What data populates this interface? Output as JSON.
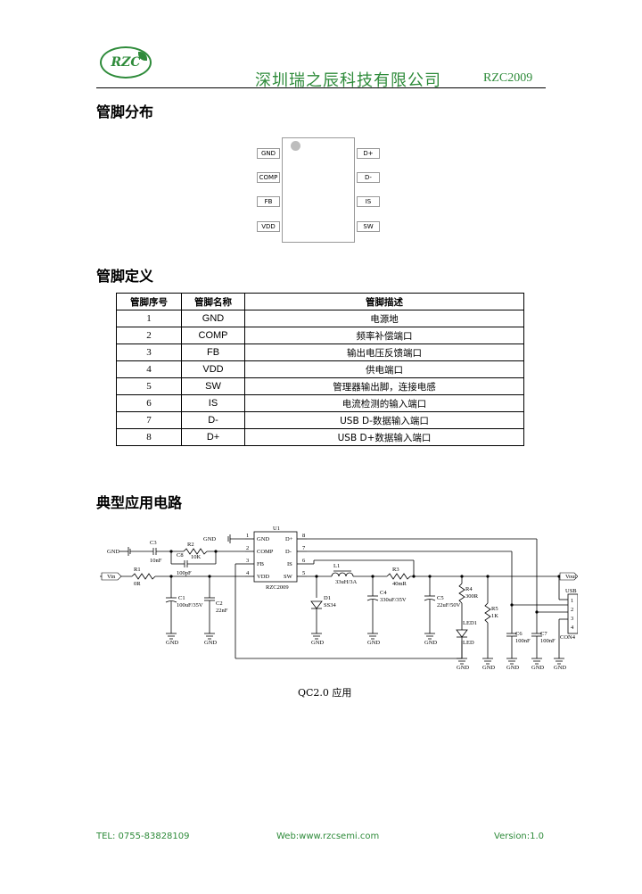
{
  "header": {
    "logo_text": "RZC",
    "company": "深圳瑞之辰科技有限公司",
    "model": "RZC2009"
  },
  "sections": {
    "pinout": "管脚分布",
    "definition": "管脚定义",
    "circuit": "典型应用电路"
  },
  "pinout": {
    "left": [
      "GND",
      "COMP",
      "FB",
      "VDD"
    ],
    "right": [
      "D+",
      "D-",
      "IS",
      "SW"
    ]
  },
  "table": {
    "headers": [
      "管脚序号",
      "管脚名称",
      "管脚描述"
    ],
    "rows": [
      {
        "num": "1",
        "name": "GND",
        "desc": "电源地"
      },
      {
        "num": "2",
        "name": "COMP",
        "desc": "频率补偿端口"
      },
      {
        "num": "3",
        "name": "FB",
        "desc": "输出电压反馈端口"
      },
      {
        "num": "4",
        "name": "VDD",
        "desc": "供电端口"
      },
      {
        "num": "5",
        "name": "SW",
        "desc": "管理器输出脚，连接电感"
      },
      {
        "num": "6",
        "name": "IS",
        "desc": "电流检测的输入端口"
      },
      {
        "num": "7",
        "name": "D-",
        "desc": "USB D-数据输入端口"
      },
      {
        "num": "8",
        "name": "D+",
        "desc": "USB D+数据输入端口"
      }
    ]
  },
  "schematic": {
    "ic_ref": "U1",
    "ic_name": "RZC2009",
    "ic_pins_left": [
      {
        "num": "1",
        "name": "GND"
      },
      {
        "num": "2",
        "name": "COMP"
      },
      {
        "num": "3",
        "name": "FB"
      },
      {
        "num": "4",
        "name": "VDD"
      }
    ],
    "ic_pins_right": [
      {
        "num": "8",
        "name": "D+"
      },
      {
        "num": "7",
        "name": "D-"
      },
      {
        "num": "6",
        "name": "IS"
      },
      {
        "num": "5",
        "name": "SW"
      }
    ],
    "gnd": "GND",
    "vin": "Vin",
    "vout": "Vout",
    "c3": "C3",
    "c3_val": "10nF",
    "r2": "R2",
    "r2_val": "10K",
    "c8": "C8",
    "c8_val": "100pF",
    "r1": "R1",
    "r1_val": "0R",
    "c1": "C1",
    "c1_val": "100uF/35V",
    "c2": "C2",
    "c2_val": "22nF",
    "l1": "L1",
    "l1_val": "33uH/3A",
    "d1": "D1",
    "d1_val": "SS34",
    "c4": "C4",
    "c4_val": "330uF/35V",
    "r3": "R3",
    "r3_val": "40mR",
    "c5": "C5",
    "c5_val": "22uF/50V",
    "r4": "R4",
    "r4_val": "300R",
    "led": "LED1",
    "led_lbl": "LED",
    "r5": "R5",
    "r5_val": "1K",
    "c6": "C6",
    "c6_val": "100nF",
    "c7": "C7",
    "c7_val": "100nF",
    "usb": "USB",
    "usb_pins": [
      "1",
      "2",
      "3",
      "4"
    ],
    "con": "CON4",
    "caption": "QC2.0 应用"
  },
  "footer": {
    "tel": "TEL: 0755-83828109",
    "web": "Web:www.rzcsemi.com",
    "version": "Version:1.0"
  }
}
